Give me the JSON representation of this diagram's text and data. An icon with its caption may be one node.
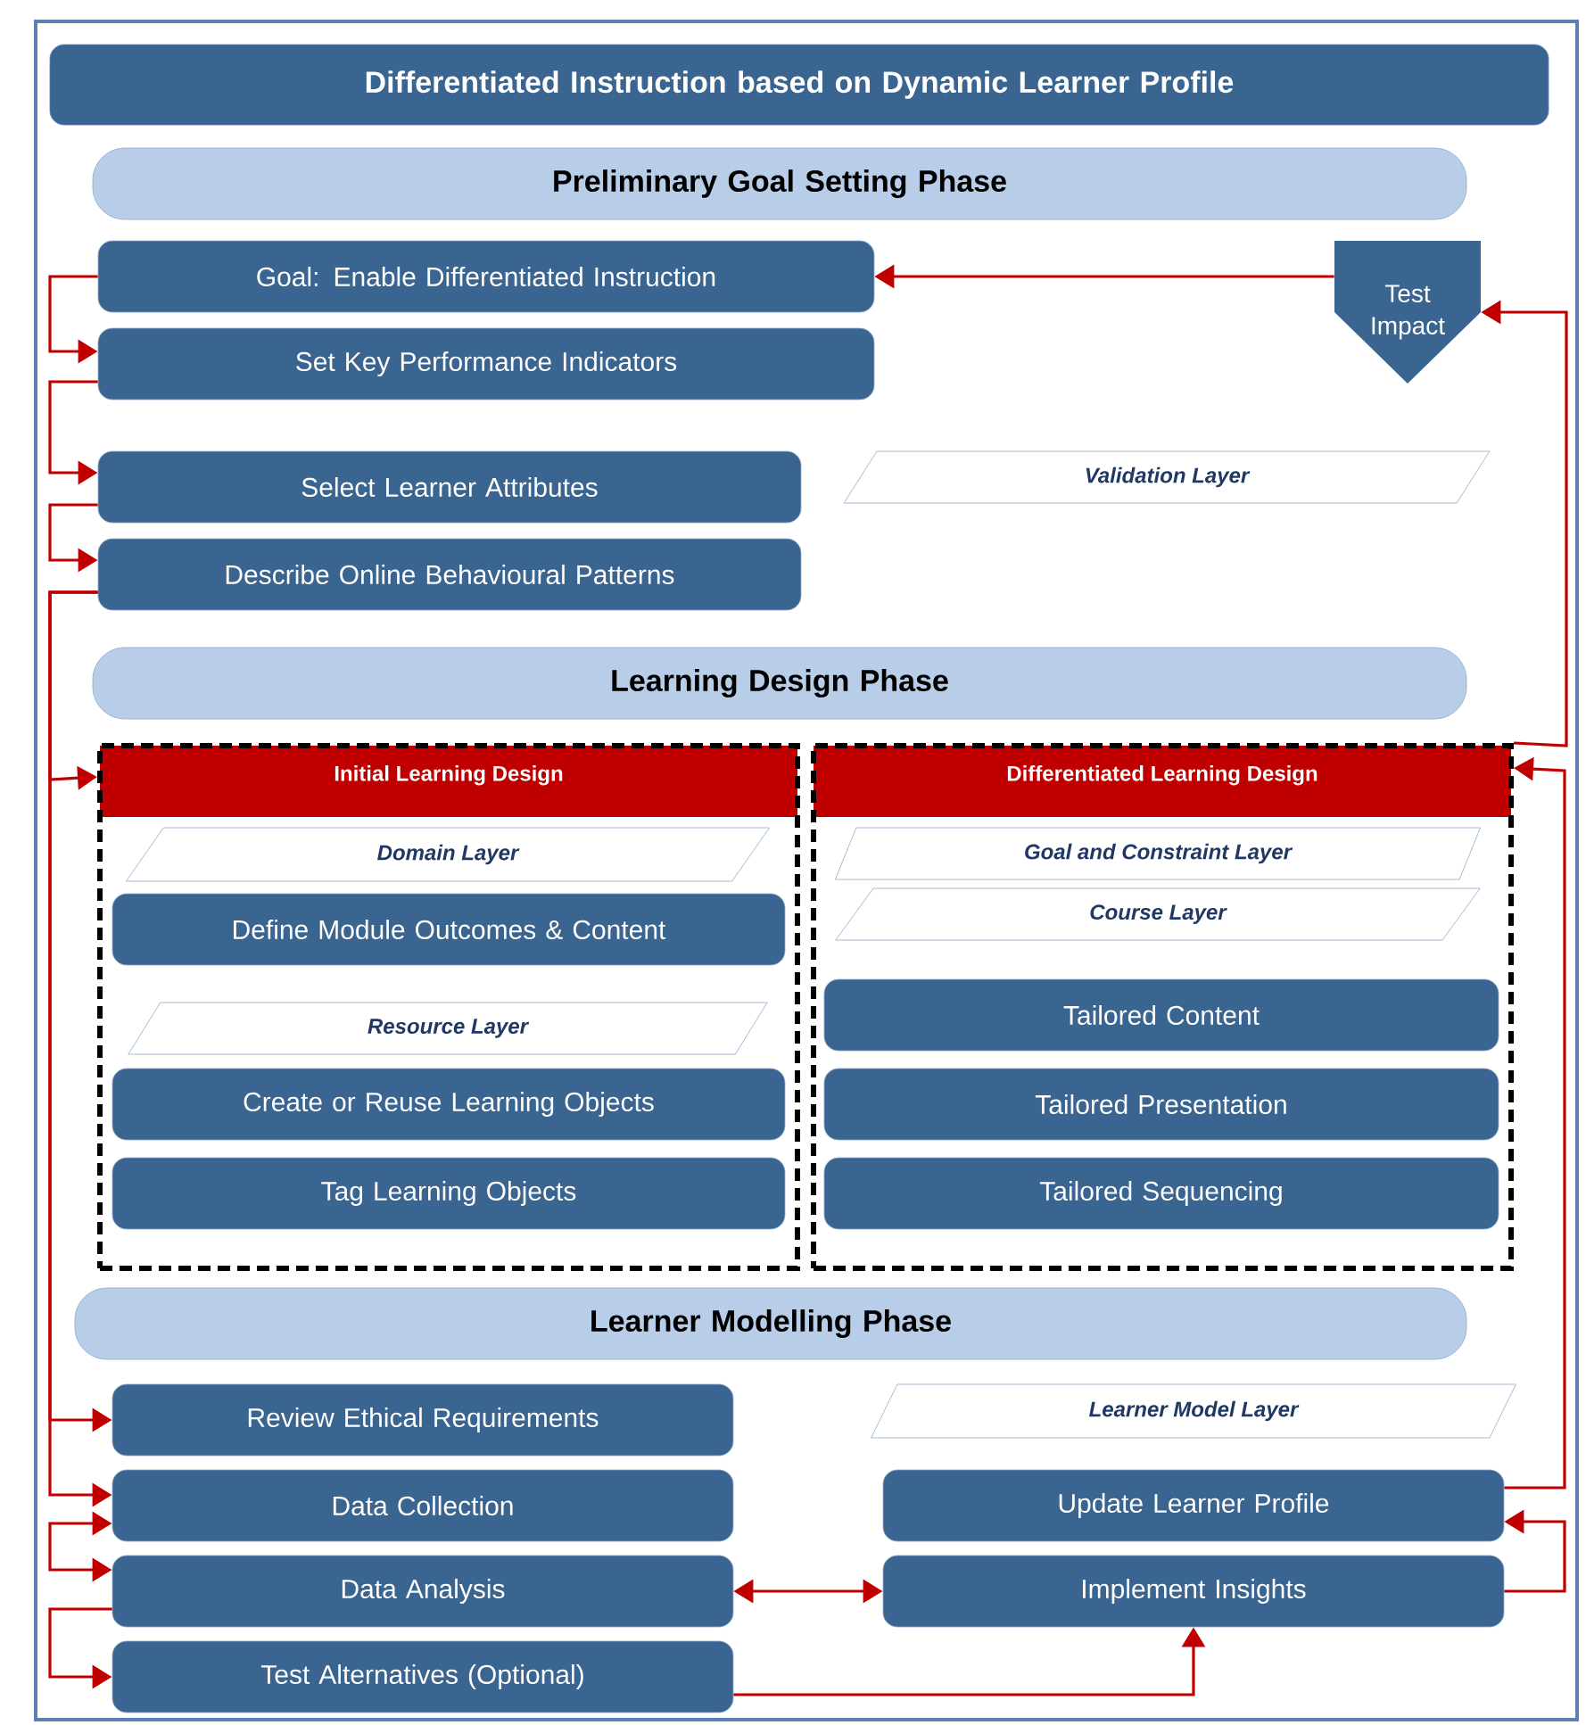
{
  "diagram": {
    "title": "Differentiated Instruction based on Dynamic Learner Profile",
    "nodes": [
      {
        "text": [
          "Preliminary Goal Setting Phase"
        ]
      },
      {
        "text": [
          "Goal: Enable Differentiated Instruction"
        ]
      },
      {
        "text": [
          "Test Impact"
        ]
      },
      {
        "text": [
          "Set Key Performance Indicators"
        ]
      },
      {
        "text": [
          "Select Learner Attributes"
        ]
      },
      {
        "text": [
          "Validation Layer"
        ]
      },
      {
        "text": [
          "Describe Online Behavioural Patterns"
        ]
      },
      {
        "text": [
          "Learning Design Phase"
        ]
      },
      {
        "text": [
          "Initial Learning Design"
        ]
      },
      {
        "text": [
          "Differentiated Learning Design"
        ]
      },
      {
        "text": [
          "Domain Layer"
        ],
        "in": 8
      },
      {
        "text": [
          "Goal and Constraint Layer"
        ],
        "in": 9
      },
      {
        "text": [
          "Course Layer"
        ],
        "in": 9
      },
      {
        "text": [
          "Define Module Outcomes & Content"
        ],
        "in": 8
      },
      {
        "text": [
          "Tailored Content"
        ],
        "in": 9
      },
      {
        "text": [
          "Resource Layer"
        ],
        "in": 8
      },
      {
        "text": [
          "Tailored Presentation"
        ],
        "in": 9
      },
      {
        "text": [
          "Create or Reuse Learning Objects"
        ],
        "in": 8
      },
      {
        "text": [
          "Tag Learning Objects"
        ],
        "in": 8
      },
      {
        "text": [
          "Tailored Sequencing"
        ],
        "in": 9
      },
      {
        "text": [
          "Learner Modelling Phase"
        ]
      },
      {
        "text": [
          "Review Ethical Requirements"
        ]
      },
      {
        "text": [
          "Learner Model Layer"
        ]
      },
      {
        "text": [
          "Data Collection"
        ]
      },
      {
        "text": [
          "Update Learner Profile"
        ]
      },
      {
        "text": [
          "Data Analysis"
        ]
      },
      {
        "text": [
          "Implement Insights"
        ]
      },
      {
        "text": [
          "Test Alternatives (Optional)"
        ]
      }
    ],
    "edges": [
      {
        "from": 1,
        "to": 3,
        "arrow": "to"
      },
      {
        "from": 3,
        "to": 4,
        "arrow": "to"
      },
      {
        "from": 4,
        "to": 6,
        "arrow": "to"
      },
      {
        "from": 6,
        "to": 8,
        "arrow": "to"
      },
      {
        "from": 6,
        "to": 21,
        "arrow": "to"
      },
      {
        "from": 6,
        "to": 23,
        "arrow": "to"
      },
      {
        "from": 23,
        "to": 25,
        "arrow": "both"
      },
      {
        "from": 25,
        "to": 27,
        "arrow": "to"
      },
      {
        "from": 25,
        "to": 26,
        "arrow": "both"
      },
      {
        "from": 27,
        "to": 26,
        "arrow": "to"
      },
      {
        "from": 26,
        "to": 24,
        "arrow": "to"
      },
      {
        "from": 24,
        "to": 9,
        "arrow": "to"
      },
      {
        "from": 9,
        "to": 2,
        "arrow": "to"
      },
      {
        "from": 2,
        "to": 1,
        "arrow": "to"
      }
    ]
  }
}
